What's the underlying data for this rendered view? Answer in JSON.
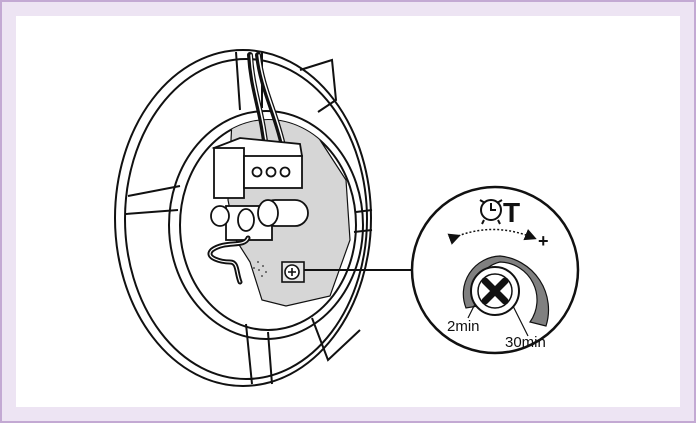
{
  "figure": {
    "title_letter": "T",
    "minus_label": "-",
    "plus_label": "+",
    "min_label": "2min",
    "max_label": "30min"
  },
  "colors": {
    "frame_border": "#c3a9d3",
    "frame_background": "#ede4f3",
    "pcb_gray": "#d6d6d6",
    "dial_arc_gray": "#808080",
    "line_black": "#111111"
  },
  "icons": [
    "clock-icon",
    "screw-icon",
    "cross-icon",
    "adjust-arrow-icon"
  ]
}
